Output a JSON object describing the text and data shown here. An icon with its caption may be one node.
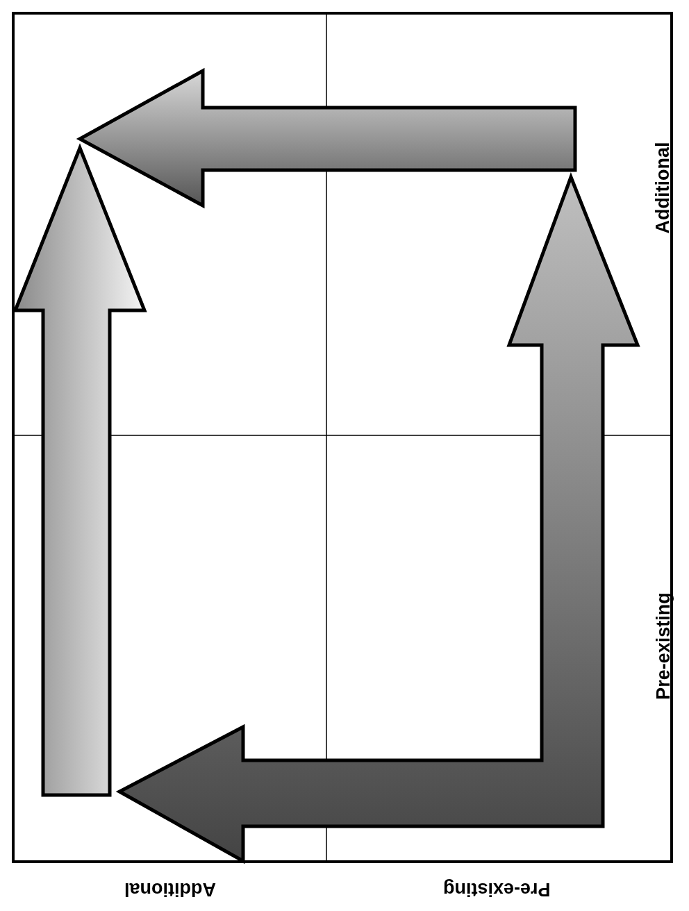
{
  "diagram": {
    "labels": [
      "Additional",
      "Pre-existing",
      "Additional",
      "Pre-existing"
    ]
  }
}
